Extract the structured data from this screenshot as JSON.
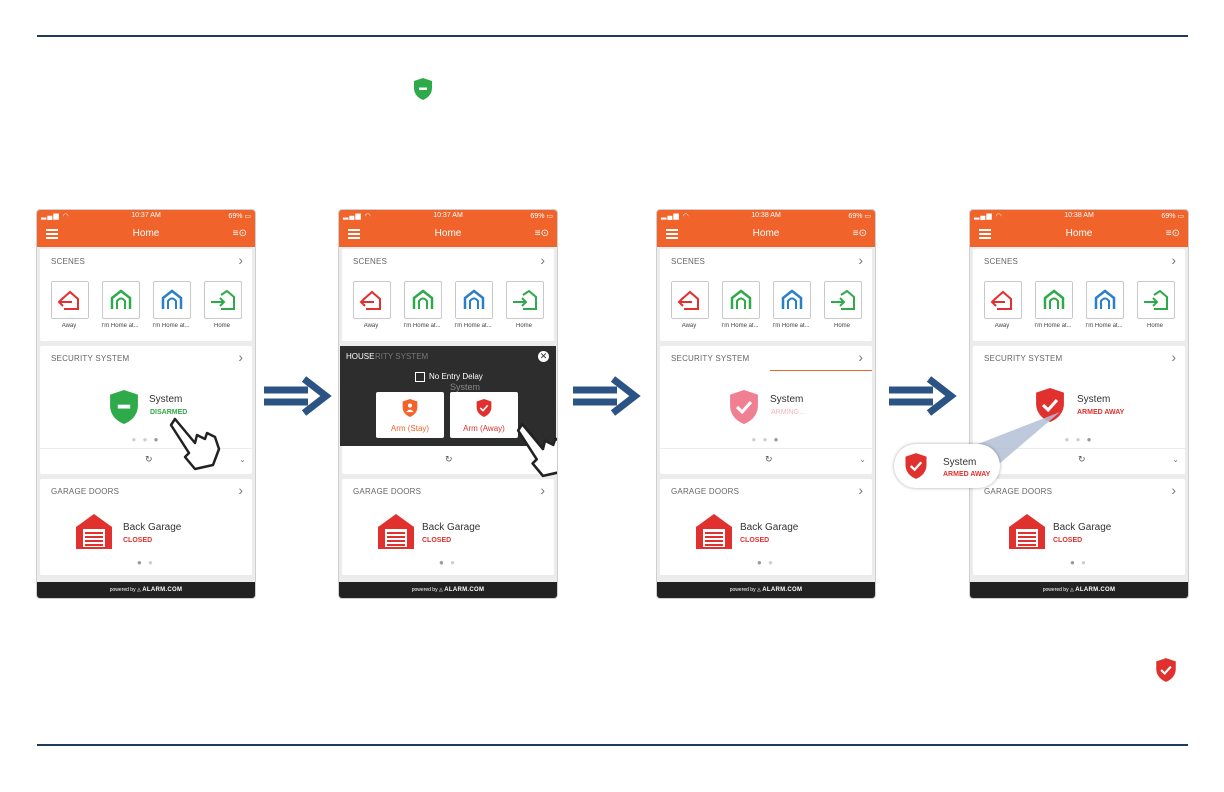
{
  "phones": [
    {
      "status": {
        "time": "10:37 AM",
        "battery": "69%"
      },
      "nav_title": "Home",
      "scenes": {
        "header": "SCENES",
        "labels": [
          "Away",
          "I'm Home at...",
          "I'm Home at...",
          "Home"
        ]
      },
      "security": {
        "header": "SECURITY SYSTEM",
        "name": "System",
        "state": "DISARMED"
      },
      "garage": {
        "header": "GARAGE DOORS",
        "name": "Back Garage",
        "state": "CLOSED"
      },
      "footer": {
        "powered": "powered by",
        "brand": "ALARM.COM"
      }
    },
    {
      "status": {
        "time": "10:37 AM",
        "battery": "69%"
      },
      "nav_title": "Home",
      "scenes": {
        "header": "SCENES",
        "labels": [
          "Away",
          "I'm Home at...",
          "I'm Home at...",
          "Home"
        ]
      },
      "overlay": {
        "house": "HOUSE",
        "ghost": "RITY SYSTEM",
        "ghost2": "System",
        "no_entry_delay": "No Entry Delay",
        "arm_stay": "Arm (Stay)",
        "arm_away": "Arm (Away)"
      },
      "garage": {
        "header": "GARAGE DOORS",
        "name": "Back Garage",
        "state": "CLOSED"
      },
      "footer": {
        "powered": "powered by",
        "brand": "ALARM.COM"
      }
    },
    {
      "status": {
        "time": "10:38 AM",
        "battery": "69%"
      },
      "nav_title": "Home",
      "scenes": {
        "header": "SCENES",
        "labels": [
          "Away",
          "I'm Home at...",
          "I'm Home at...",
          "Home"
        ]
      },
      "security": {
        "header": "SECURITY SYSTEM",
        "name": "System",
        "state": "ARMING..."
      },
      "garage": {
        "header": "GARAGE DOORS",
        "name": "Back Garage",
        "state": "CLOSED"
      },
      "footer": {
        "powered": "powered by",
        "brand": "ALARM.COM"
      }
    },
    {
      "status": {
        "time": "10:38 AM",
        "battery": "69%"
      },
      "nav_title": "Home",
      "scenes": {
        "header": "SCENES",
        "labels": [
          "Away",
          "I'm Home at...",
          "I'm Home at...",
          "Home"
        ]
      },
      "security": {
        "header": "SECURITY SYSTEM",
        "name": "System",
        "state": "ARMED AWAY"
      },
      "garage": {
        "header": "GARAGE DOORS",
        "name": "Back Garage",
        "state": "CLOSED"
      },
      "footer": {
        "powered": "powered by",
        "brand": "ALARM.COM"
      }
    }
  ],
  "callout": {
    "name": "System",
    "state": "ARMED AWAY"
  },
  "colors": {
    "accent": "#f0632a",
    "disarmed": "#2faa4a",
    "armed": "#e0312e",
    "arming": "#f07f92",
    "scene_blue": "#2a7fc8",
    "rule": "#1f3a5a"
  },
  "icons": [
    "shield-disarmed-icon",
    "shield-armed-icon",
    "pointing-hand-icon",
    "garage-door-icon",
    "menu-icon",
    "tasks-icon",
    "chevron-right-icon",
    "close-icon",
    "arrow-right-icon"
  ]
}
